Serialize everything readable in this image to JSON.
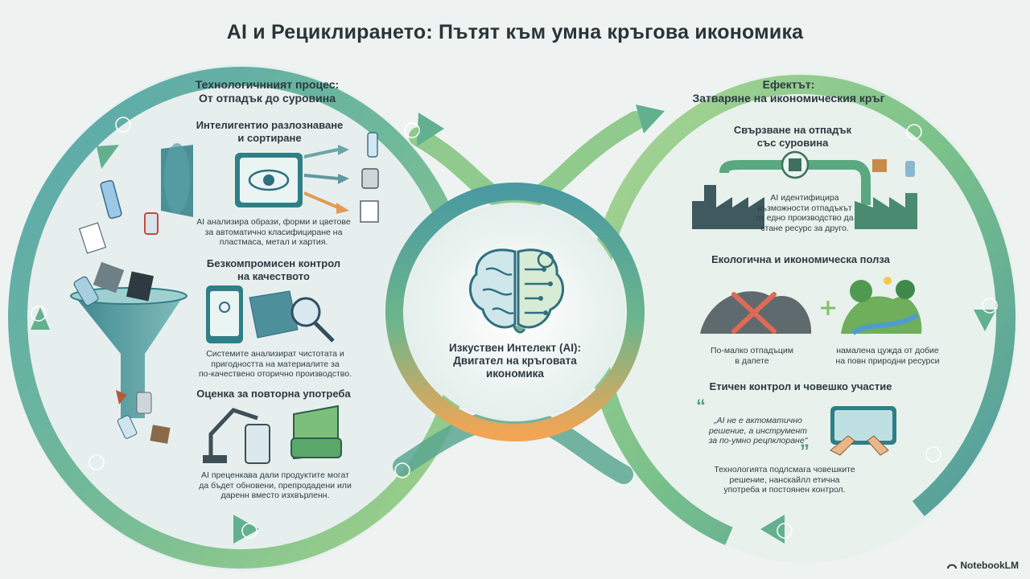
{
  "title": "AI и Рециклирането: Пътят към умна кръгова икономика",
  "left": {
    "header_line1": "Технологичнният процес:",
    "header_line2": "От отпадък до суровина",
    "sec1": {
      "title_line1": "Интелигентио разлознаване",
      "title_line2": "и сортиране",
      "text": [
        "AI анализира образи, форми и цветове",
        "за автоматично класифициране на",
        "пластмаса, метал и хартия."
      ]
    },
    "sec2": {
      "title_line1": "Безкомпромисен контрол",
      "title_line2": "на качеството",
      "text": [
        "Системите анализират чистотата и",
        "пригодността на материалите за",
        "по-качествено оторично производство."
      ]
    },
    "sec3": {
      "title": "Оценка за повторна употреба",
      "text": [
        "AI преценкава дали продуктите могат",
        "да бъдет обновени, препродадени или",
        "даренн вместо изхвърленн."
      ]
    }
  },
  "center": {
    "line1": "Изкуствен Интелект (AI):",
    "line2": "Двигател на кръговата",
    "line3": "икономика"
  },
  "right": {
    "header_line1": "Ефектът:",
    "header_line2": "Затваряне на икономическия кръг",
    "sec1": {
      "title_line1": "Свързване на отпадък",
      "title_line2": "със суровина",
      "text": [
        "AI идентифицира",
        "възможности отпадъкът",
        "от едно производство да",
        "стане ресурс за друго."
      ]
    },
    "sec2": {
      "title": "Екологична и икономическа полза",
      "left_caption": [
        "По-малко отпадъцим",
        "в дапете"
      ],
      "right_caption": [
        "намалена цужда от добие",
        "на повн природни ресурси"
      ]
    },
    "sec3": {
      "title": "Етичен контрол и човешко участие",
      "quote": [
        "„AI не е актоматично",
        "решение, а инструмент",
        "за по-умно рецпклоране\""
      ],
      "text": [
        "Технологията подлсмага човешките",
        "решение, нанскайлл етична",
        "употреба и постоянен контрол."
      ]
    }
  },
  "brand": "NotebookLM",
  "colors": {
    "loop_green": "#7fbf6a",
    "loop_teal": "#3f8f9a",
    "center_orange": "#f2a65a",
    "background": "#eef3f2"
  }
}
